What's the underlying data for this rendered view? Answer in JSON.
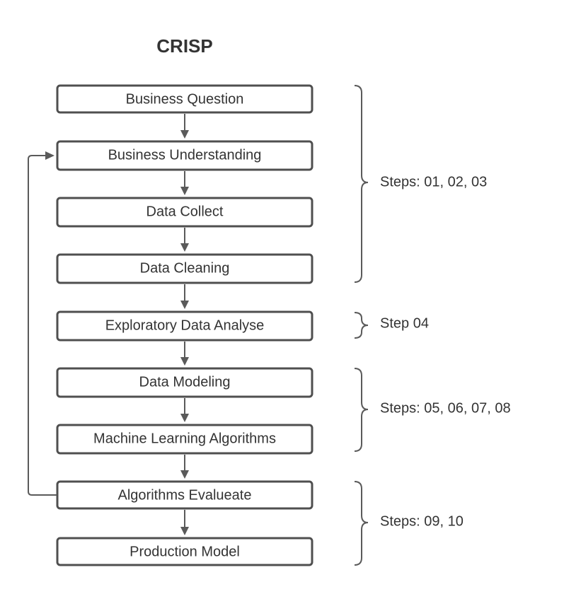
{
  "title": "CRISP",
  "steps": [
    "Business Question",
    "Business Understanding",
    "Data Collect",
    "Data Cleaning",
    "Exploratory Data Analyse",
    "Data Modeling",
    "Machine Learning Algorithms",
    "Algorithms Evalueate",
    "Production Model"
  ],
  "groups": [
    "Steps: 01, 02, 03",
    "Step 04",
    "Steps: 05, 06, 07, 08",
    "Steps: 09, 10"
  ],
  "colors": {
    "stroke": "#4f4f4f",
    "text": "#333333",
    "background": "#ffffff"
  }
}
